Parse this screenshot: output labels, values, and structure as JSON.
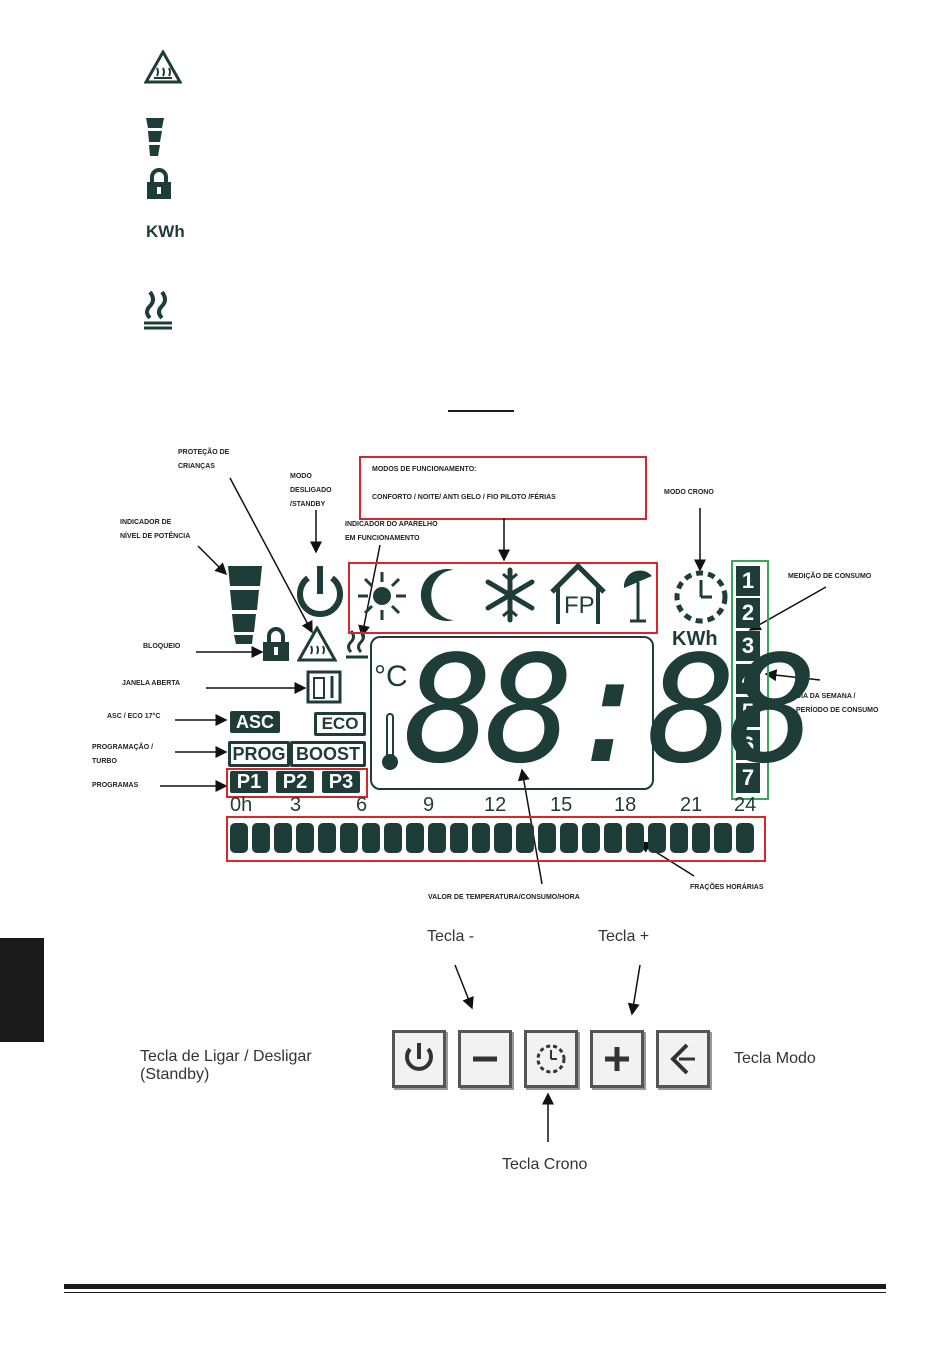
{
  "legend": {
    "kwh": "KWh"
  },
  "diagram": {
    "labels": {
      "child_protection_1": "PROTEÇÃO DE",
      "child_protection_2": "CRIANÇAS",
      "standby_mode_1": "MODO",
      "standby_mode_2": "DESLIGADO",
      "standby_mode_3": "/STANDBY",
      "power_level_1": "INDICADOR DE",
      "power_level_2": "NÍVEL DE POTÊNCIA",
      "device_running_1": "INDICADOR DO APARELHO",
      "device_running_2": "EM FUNCIONAMENTO",
      "operating_modes_1": "MODOS DE FUNCIONAMENTO:",
      "operating_modes_2": "CONFORTO / NOITE/ ANTI GELO / FIO PILOTO /FÉRIAS",
      "chrono_mode": "MODO CRONO",
      "consumption_1": "MEDIÇÃO DE CONSUMO",
      "lock": "BLOQUEIO",
      "open_window": "JANELA ABERTA",
      "asc_eco": "ASC / ECO 17°C",
      "prog_turbo_1": "PROGRAMAÇÃO /",
      "prog_turbo_2": "TURBO",
      "programs": "PROGRAMAS",
      "weekday_1": "DIA DA SEMANA /",
      "weekday_2": "PERÍODO DE CONSUMO",
      "temp_value": "VALOR DE TEMPERATURA/CONSUMO/HORA",
      "time_slots": "FRAÇÕES HORÁRIAS"
    },
    "display": {
      "kwh": "KWh",
      "celsius": "°C",
      "digits": "88:88",
      "asc": "ASC",
      "eco": "ECO",
      "prog": "PROG",
      "boost": "BOOST",
      "programs": [
        "P1",
        "P2",
        "P3"
      ],
      "days": [
        "1",
        "2",
        "3",
        "4",
        "5",
        "6",
        "7"
      ],
      "hours": [
        "0h",
        "3",
        "6",
        "9",
        "12",
        "15",
        "18",
        "21",
        "24"
      ],
      "fp": "FP"
    }
  },
  "keys": {
    "minus_label": "Tecla -",
    "plus_label": "Tecla +",
    "power_label_1": "Tecla de Ligar / Desligar",
    "power_label_2": "(Standby)",
    "mode_label": "Tecla Modo",
    "chrono_label": "Tecla Crono"
  },
  "colors": {
    "lcd": "#1f3d38",
    "highlight": "#d9262b",
    "day_box": "#3aa85a",
    "side_tab": "#1a1a1a"
  }
}
